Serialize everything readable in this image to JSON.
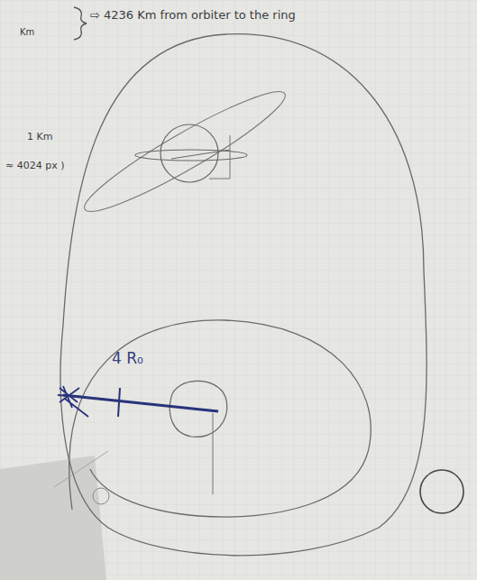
{
  "diagram": {
    "labels": [
      "Km",
      "⇨ 4236 Km from orbiter to the ring",
      "1 Km",
      "≈ 4024 px )",
      "4 R₀"
    ]
  }
}
